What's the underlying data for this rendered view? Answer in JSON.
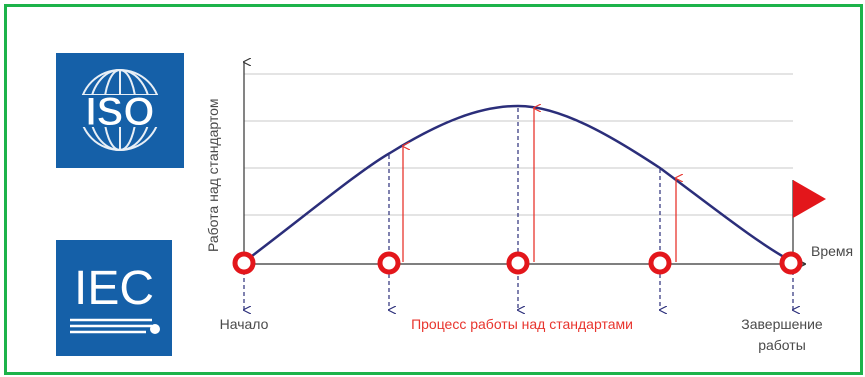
{
  "logos": {
    "iso": {
      "text": "ISO",
      "color": "#1560a8"
    },
    "iec": {
      "text": "IEC",
      "color": "#1560a8"
    }
  },
  "colors": {
    "border": "#1db34a",
    "curve": "#2b2e7a",
    "marker": "#e3161b",
    "arrow": "#e8352e",
    "flag": "#e3161b",
    "dashed": "#2b2e7a"
  },
  "labels": {
    "y_axis": "Работа над стандартом",
    "x_axis": "Время",
    "start": "Начало",
    "process": "Процесс работы над стандартами",
    "end_line1": "Завершение",
    "end_line2": "работы"
  }
}
